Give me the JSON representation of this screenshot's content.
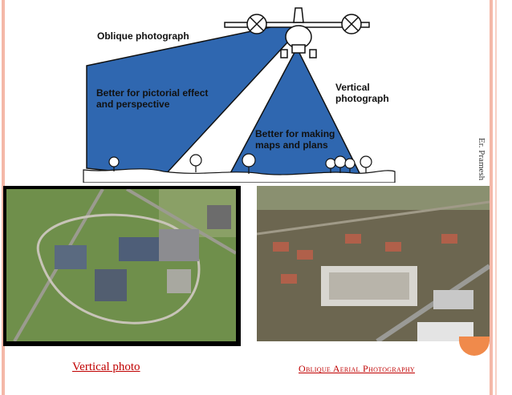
{
  "diagram": {
    "oblique_label": "Oblique photograph",
    "pictorial_label": "Better for pictorial effect and perspective",
    "vertical_label": "Vertical photograph",
    "maps_label": "Better for making maps and plans"
  },
  "captions": {
    "vertical": "Vertical photo",
    "oblique": "Oblique Aerial Photography"
  },
  "side": {
    "author": "Er. Pramesh"
  },
  "colors": {
    "beam": "#2f67b0",
    "caption": "#c00000",
    "accent_bar": "#f4b8a8",
    "orange": "#f08a4b"
  }
}
